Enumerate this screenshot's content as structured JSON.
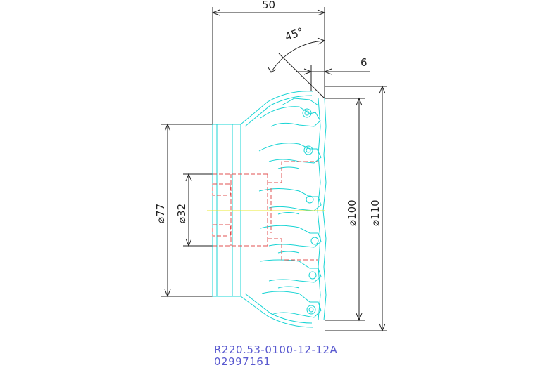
{
  "dimensions": {
    "length": "50",
    "angle": "45°",
    "offset": "6",
    "hub_diameter": "⌀77",
    "bore_diameter": "⌀32",
    "inner_diameter": "⌀100",
    "outer_diameter": "⌀110"
  },
  "caption": {
    "part_number": "R220.53-0100-12-12A",
    "code": "02997161"
  },
  "colors": {
    "outline": "#18d4d4",
    "hidden": "#e05050",
    "centerline": "#e8e830",
    "dimension": "#222222",
    "caption": "#5a5ad0"
  }
}
